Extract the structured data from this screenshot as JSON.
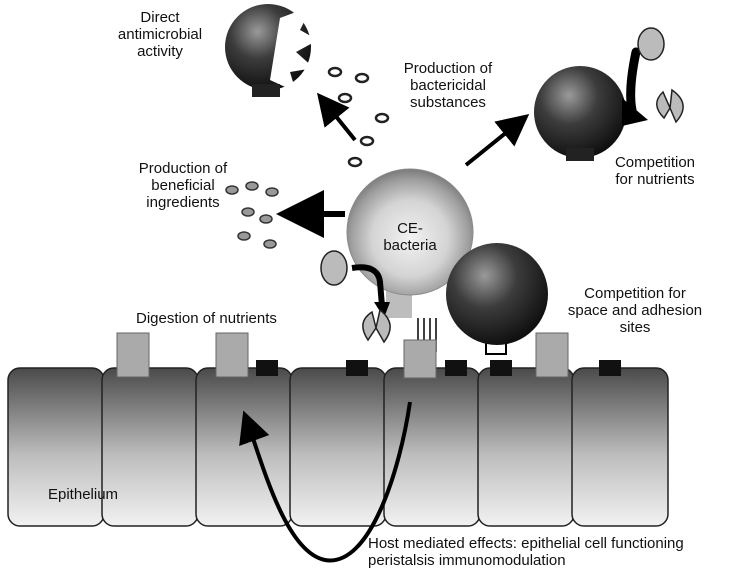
{
  "labels": {
    "direct_antimicrobial": "Direct\nantimicrobial\nactivity",
    "bactericidal": "Production of\nbactericidal\nsubstances",
    "competition_nutrients": "Competition\nfor nutrients",
    "beneficial": "Production of\nbeneficial\ningredients",
    "ce_bacteria": "CE-\nbacteria",
    "digestion": "Digestion of nutrients",
    "competition_space": "Competition for\nspace and adhesion\nsites",
    "epithelium": "Epithelium",
    "host_effects": "Host mediated effects: epithelial cell functioning\nperistalsis immunomodulation"
  }
}
